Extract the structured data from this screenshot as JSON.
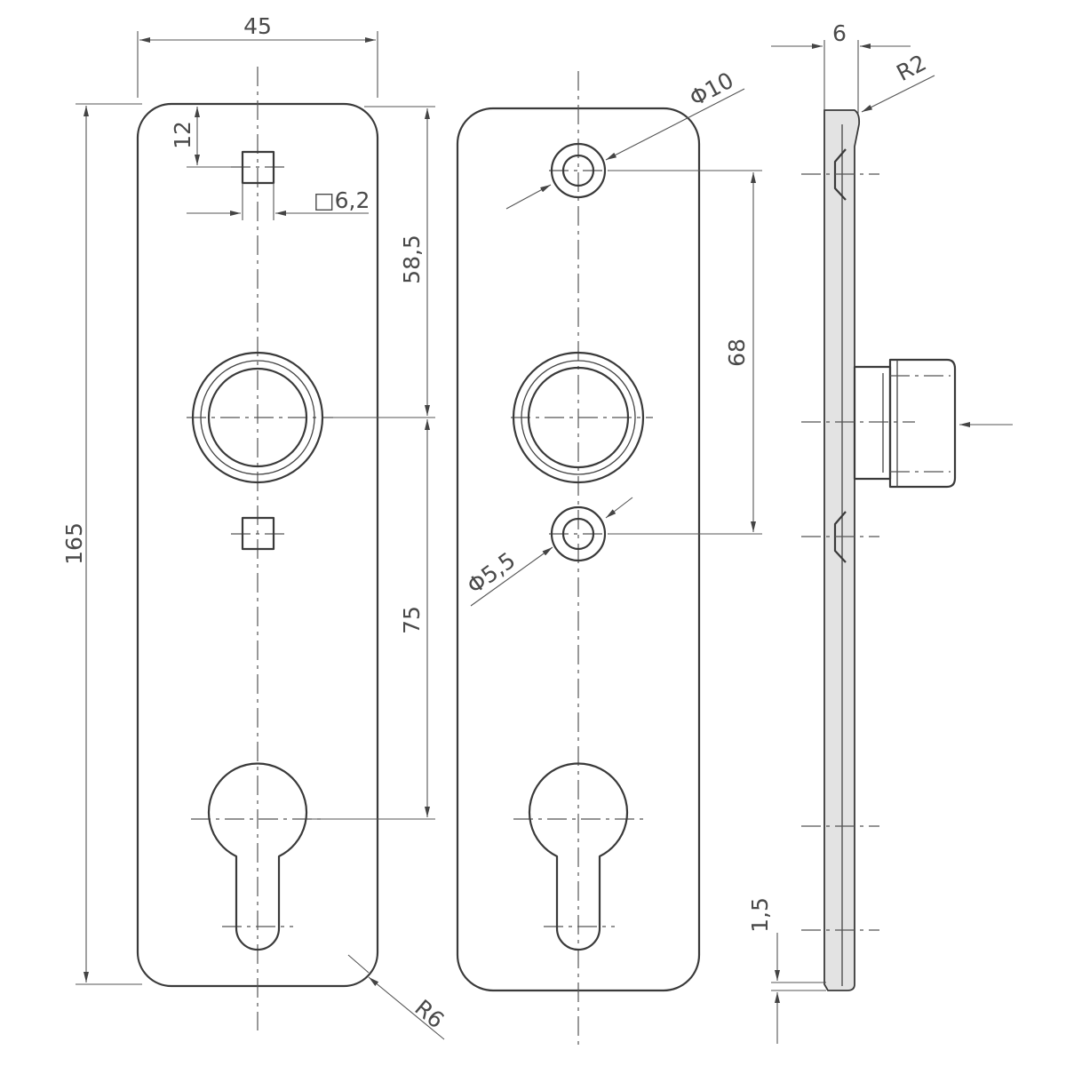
{
  "drawing": {
    "front_view": {
      "width_dim": "45",
      "height_dim": "165",
      "top_offset_dim": "12",
      "square_dim": "□6,2",
      "upper_spacing_dim": "58,5",
      "lower_spacing_dim": "75",
      "corner_radius_dim": "R6"
    },
    "back_view": {
      "upper_hole_dim": "Φ10",
      "lower_hole_dim": "Φ5,5",
      "hole_spacing_dim": "68"
    },
    "side_view": {
      "thickness_dim": "6",
      "bend_radius_dim": "R2",
      "sheet_dim": "1,5"
    }
  }
}
